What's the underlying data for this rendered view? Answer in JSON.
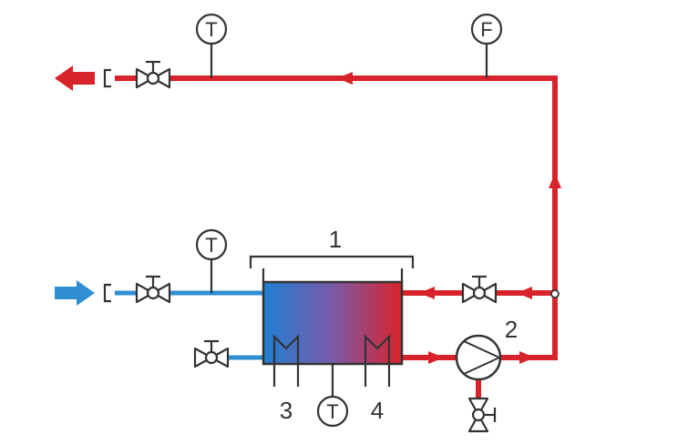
{
  "colors": {
    "hot": "#d8232a",
    "cold": "#2f8fd0",
    "line": "#333333",
    "tank_gradient": [
      "#1f7fd3",
      "#d8232a"
    ]
  },
  "labels": {
    "tank": "1",
    "pump": "2",
    "heater_left": "3",
    "heater_right": "4"
  },
  "instruments": {
    "temp_top": "T",
    "flow_top": "F",
    "temp_inlet": "T",
    "temp_bottom": "T"
  },
  "icons": [
    "hot-outlet-arrow-icon",
    "cold-inlet-arrow-icon",
    "valve-icon",
    "pump-icon",
    "flow-arrow-icon"
  ]
}
